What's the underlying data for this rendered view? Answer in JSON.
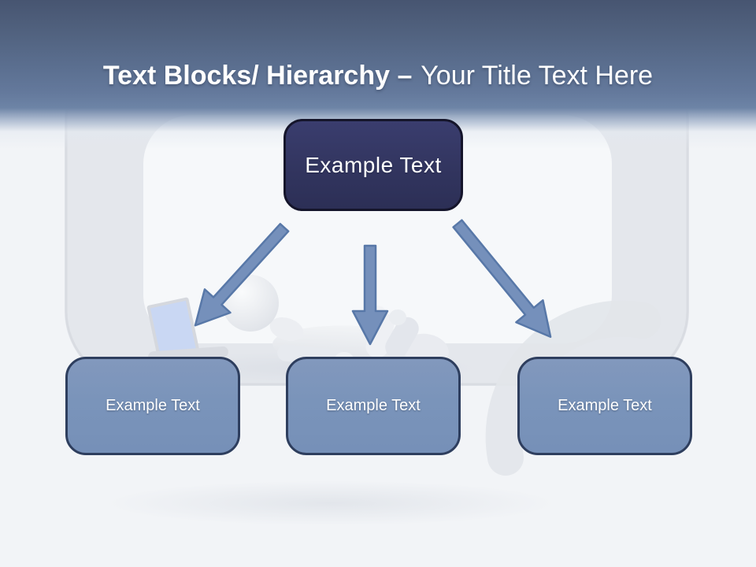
{
  "slide": {
    "header": {
      "title_bold": "Text Blocks/ Hierarchy –",
      "title_regular": "Your Title Text Here"
    },
    "diagram": {
      "root": {
        "label": "Example Text"
      },
      "children": [
        {
          "label": "Example Text"
        },
        {
          "label": "Example Text"
        },
        {
          "label": "Example Text"
        }
      ],
      "connectors": [
        "arrow-down-left",
        "arrow-down",
        "arrow-down-right"
      ]
    },
    "illustration": "3d-figure-lying-with-laptop-watermark",
    "colors": {
      "header_gradient_top": "#475571",
      "header_gradient_bottom": "#6d84a6",
      "root_box_fill": "#32355f",
      "root_box_border": "#15152b",
      "child_box_fill": "#7a94ba",
      "child_box_border": "#2e3e5e",
      "arrow_fill": "#7590bb",
      "arrow_stroke": "#5878a8",
      "background": "#f2f4f7",
      "watermark_gray": "#e3e5ea",
      "laptop_screen_blue": "#c9d7f3",
      "text": "#ffffff"
    }
  }
}
